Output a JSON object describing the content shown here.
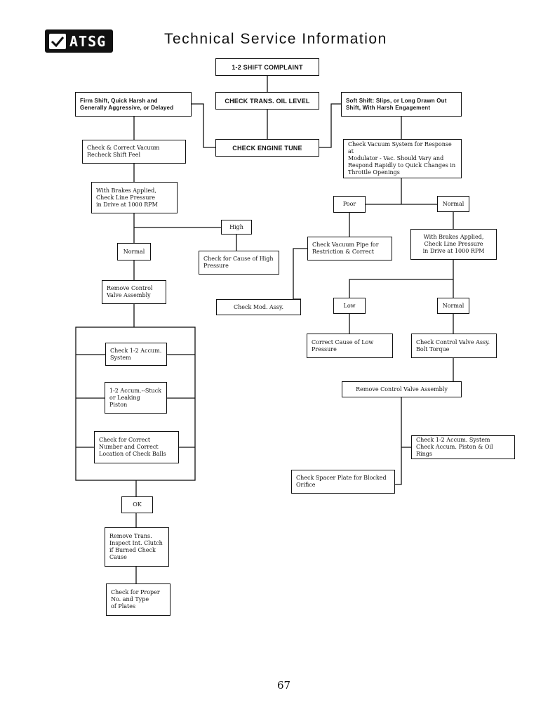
{
  "header": {
    "logo_text": "ATSG",
    "title": "Technical Service Information"
  },
  "page_number": "67",
  "nodes": {
    "complaint": "1-2 SHIFT COMPLAINT",
    "check_oil": "CHECK TRANS. OIL LEVEL",
    "check_tune": "CHECK ENGINE TUNE",
    "firm_shift": "Firm Shift, Quick Harsh and\nGenerally Aggressive, or Delayed",
    "soft_shift": "Soft Shift:  Slips, or Long Drawn Out\nShift, With Harsh Engagement",
    "check_vacuum": "Check & Correct Vacuum\nRecheck Shift Feel",
    "check_vacuum_system": "Check Vacuum System for Response at\nModulator - Vac. Should Vary and\nRespond Rapidly to Quick Changes in\nThrottle Openings",
    "brakes_line_left": "With Brakes Applied,\nCheck Line Pressure\nin Drive at 1000 RPM",
    "poor": "Poor",
    "normal_right_1": "Normal",
    "high": "High",
    "normal_left": "Normal",
    "check_high": "Check for Cause of High\nPressure",
    "vacuum_pipe": "Check Vacuum Pipe for\nRestriction & Correct",
    "brakes_line_right": "With Brakes Applied,\nCheck Line Pressure\nin Drive at 1000 RPM",
    "remove_cv_left": "Remove Control\nValve Assembly",
    "check_mod": "Check Mod. Assy.",
    "low": "Low",
    "normal_right_2": "Normal",
    "check_accum": "Check 1-2 Accum.\nSystem",
    "correct_low": "Correct Cause of Low\nPressure",
    "check_cv_bolt": "Check Control Valve Assy.\nBolt Torque",
    "accum_stuck": "1-2 Accum.--Stuck\nor Leaking\nPiston",
    "remove_cv_right": "Remove Control Valve Assembly",
    "check_balls": "Check for Correct\nNumber and Correct\nLocation of Check Balls",
    "check_accum_rings": "Check 1-2 Accum. System\nCheck Accum. Piston & Oil Rings",
    "spacer_plate": "Check Spacer Plate for Blocked\nOrifice",
    "ok": "OK",
    "remove_trans": "Remove Trans.\nInspect Int. Clutch\nif Burned Check\nCause",
    "check_plates": "Check for Proper\nNo. and Type\nof Plates"
  }
}
